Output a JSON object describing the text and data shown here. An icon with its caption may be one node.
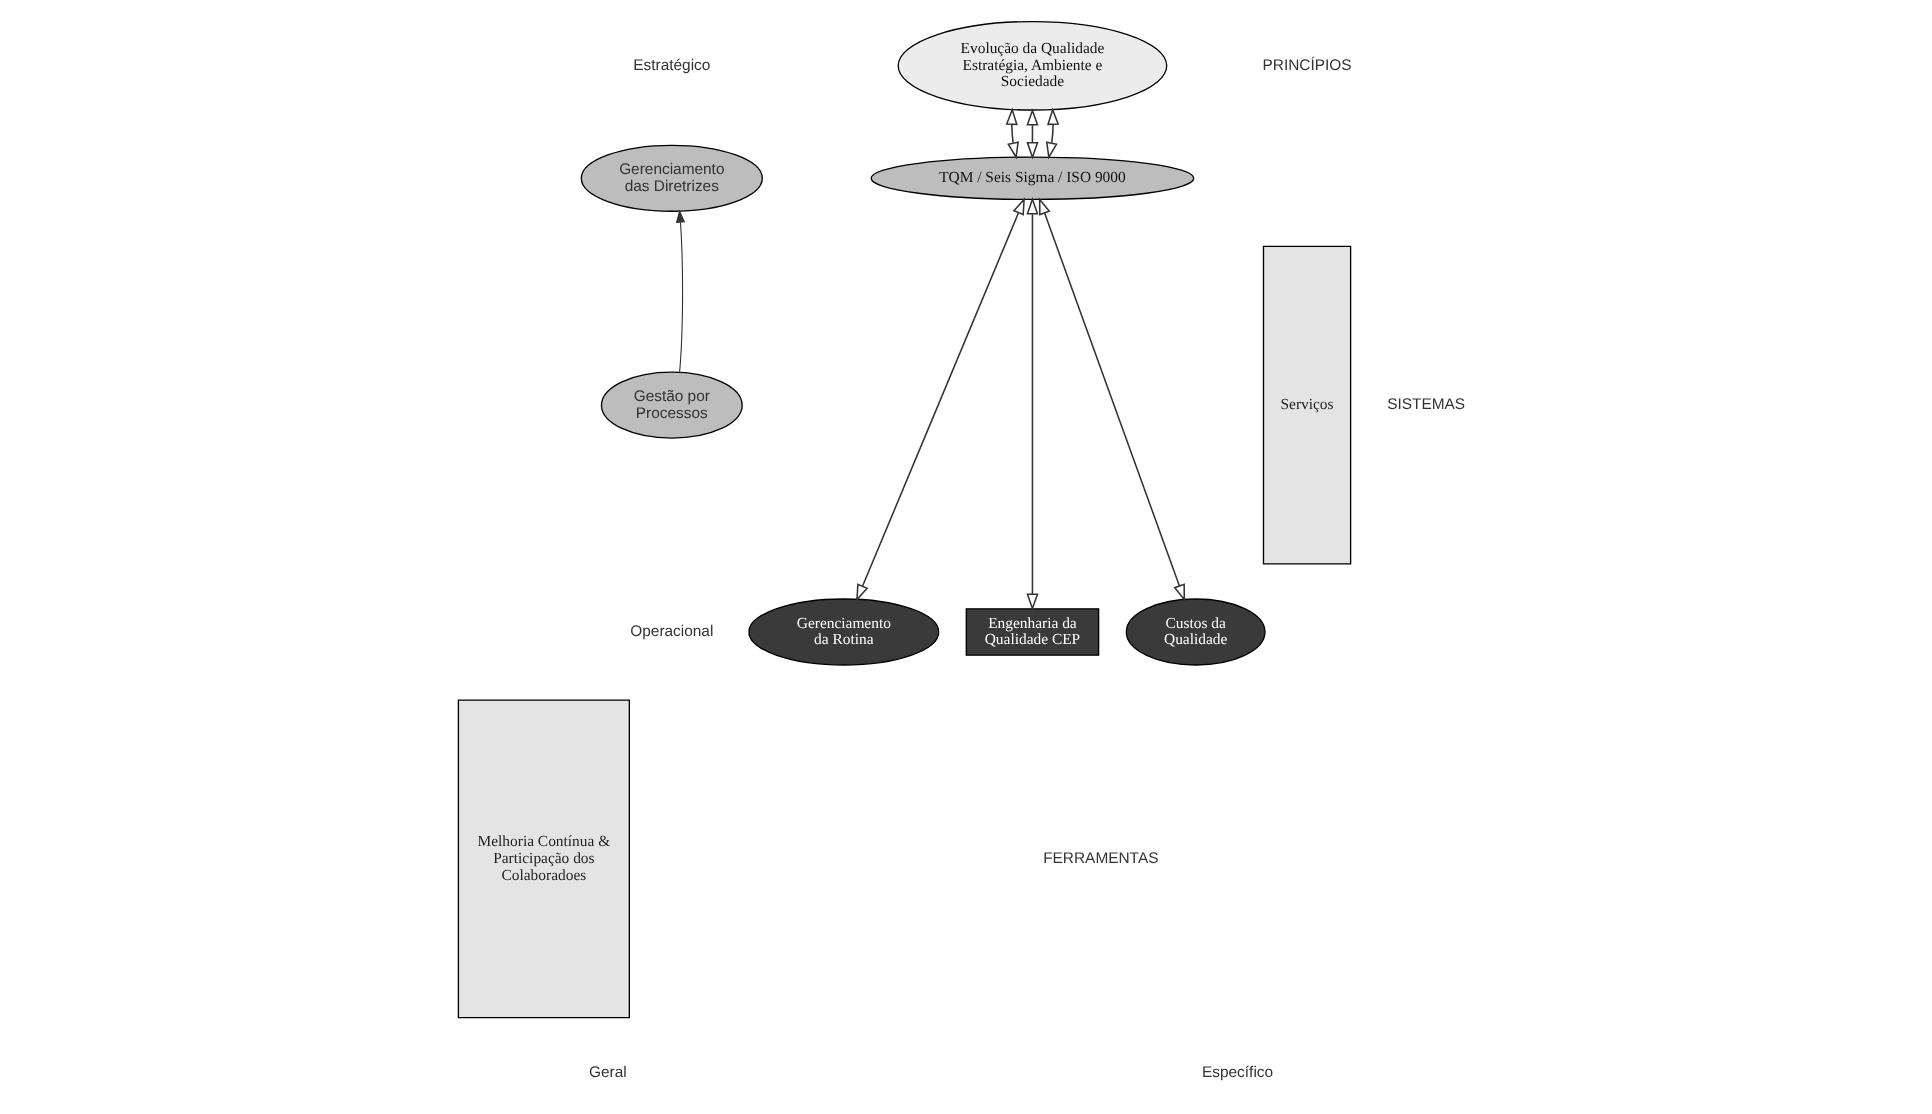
{
  "diagram": {
    "nodes": [
      {
        "text": [
          "Melhoria Contínua & Participação dos Colaboradoes"
        ]
      },
      {
        "text": [
          "Evolução da Qualidade Estratégia, Ambiente e Sociedade"
        ]
      },
      {
        "text": [
          "Gerenciamento das Diretrizes"
        ]
      },
      {
        "text": [
          "Gestão por Processos"
        ]
      },
      {
        "text": [
          "TQM / Seis Sigma / ISO 9000"
        ]
      },
      {
        "text": [
          "Gerenciamento da Rotina"
        ]
      },
      {
        "text": [
          "Engenharia da Qualidade CEP"
        ]
      },
      {
        "text": [
          "Custos da Qualidade"
        ]
      },
      {
        "text": [
          "Serviços"
        ]
      }
    ],
    "edges": [
      {
        "from": 1,
        "to": 4,
        "arrow": "both"
      },
      {
        "from": 1,
        "to": 4,
        "arrow": "both"
      },
      {
        "from": 1,
        "to": 4,
        "arrow": "both"
      },
      {
        "from": 4,
        "to": 5,
        "arrow": "both"
      },
      {
        "from": 4,
        "to": 6,
        "arrow": "both"
      },
      {
        "from": 4,
        "to": 7,
        "arrow": "both"
      },
      {
        "from": 3,
        "to": 2,
        "arrow": "to"
      }
    ],
    "labels": [
      "Estratégico",
      "PRINCÍPIOS",
      "SISTEMAS",
      "Operacional",
      "FERRAMENTAS",
      "Geral",
      "Específico"
    ]
  }
}
